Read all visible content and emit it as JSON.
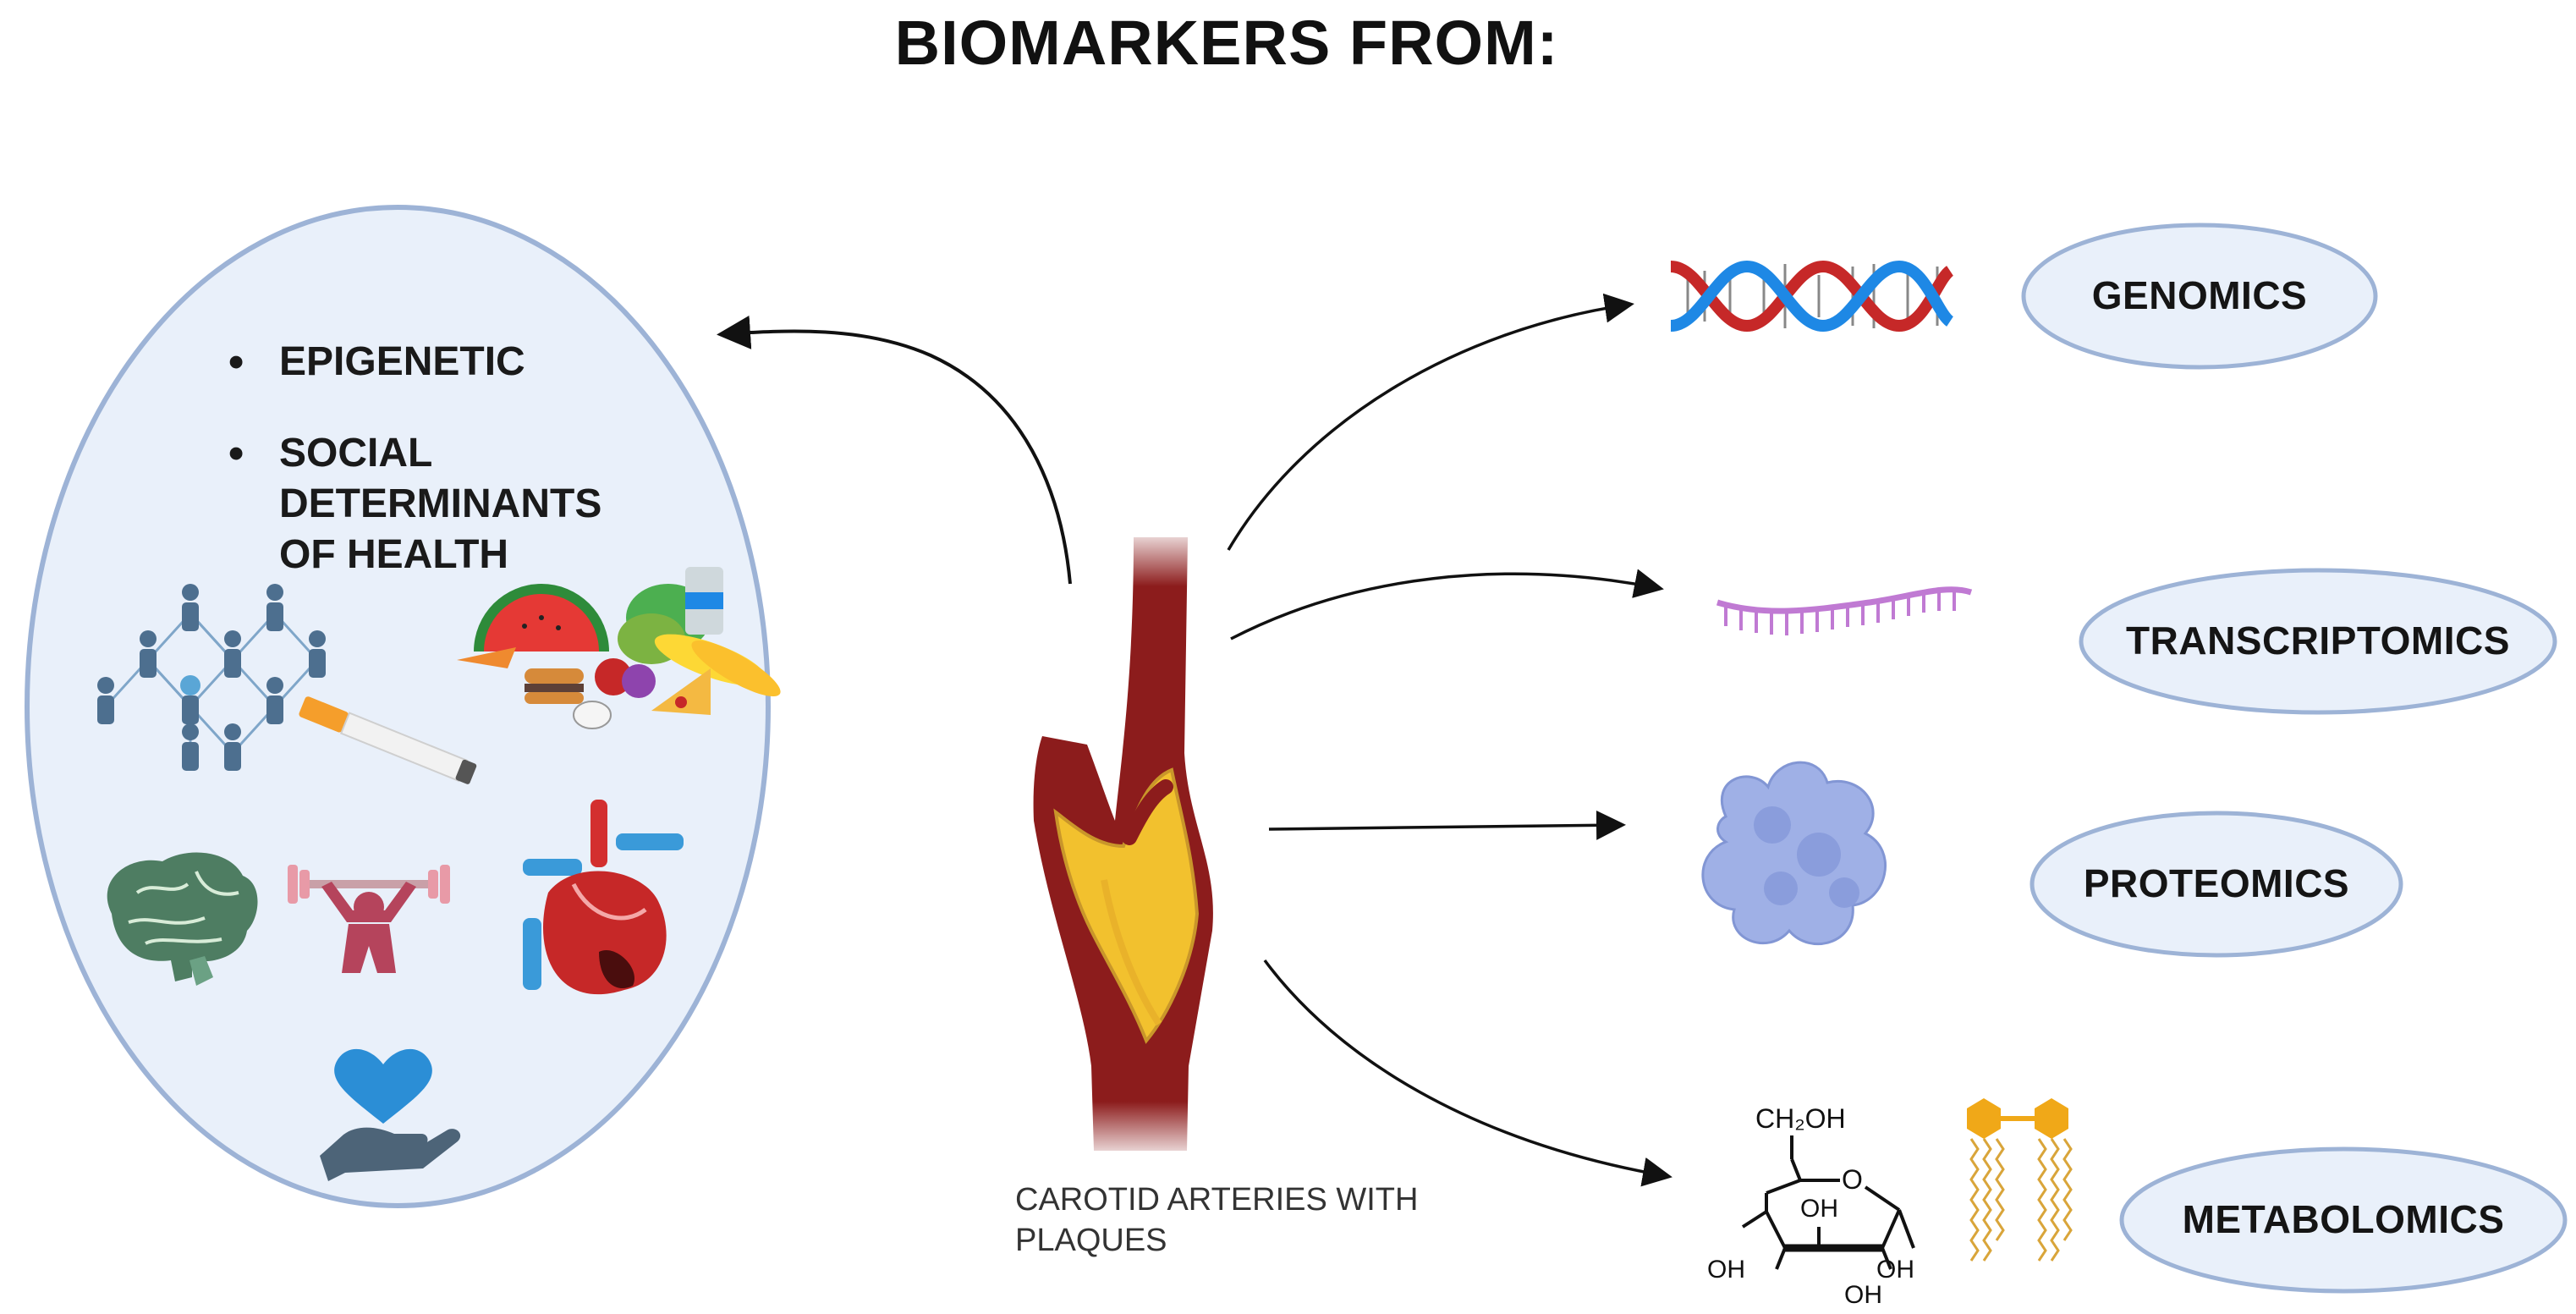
{
  "title": "BIOMARKERS FROM:",
  "left_panel": {
    "bullets": [
      "EPIGENETIC",
      "SOCIAL DETERMINANTS OF HEALTH"
    ]
  },
  "center": {
    "caption": "CAROTID ARTERIES WITH PLAQUES"
  },
  "right_panel": {
    "categories": [
      "GENOMICS",
      "TRANSCRIPTOMICS",
      "PROTEOMICS",
      "METABOLOMICS"
    ]
  },
  "glucose_labels": {
    "ch2oh": "CH₂OH",
    "o": "O",
    "oh_inner": "OH",
    "oh_left": "OH",
    "oh_right": "OH",
    "oh_bottom": "OH"
  },
  "colors": {
    "ellipse_fill": "#e9f0fa",
    "ellipse_stroke": "#9db3d6",
    "artery_red": "#8c1c1c",
    "plaque_yellow": "#f2c12e",
    "dna_red": "#c62828",
    "dna_blue": "#1e88e5",
    "rna_purple": "#c07ad3",
    "protein_blue": "#9fb0e6",
    "lipid_gold": "#f0a818"
  },
  "icons": [
    "people-network-icon",
    "food-icon",
    "cigarette-icon",
    "brain-icon",
    "exercise-icon",
    "heart-icon",
    "heart-hand-icon",
    "dna-icon",
    "rna-icon",
    "protein-icon",
    "glucose-structure-icon",
    "lipid-icon"
  ]
}
